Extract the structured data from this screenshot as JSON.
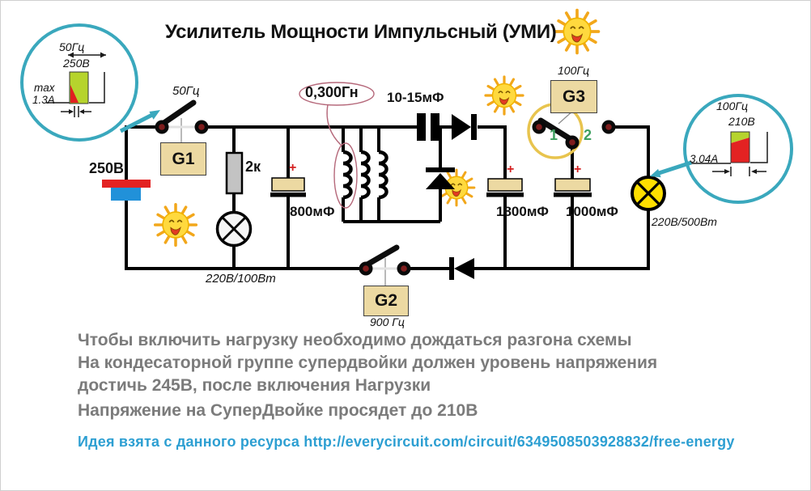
{
  "title": "Усилитель Мощности Импульсный (УМИ)",
  "probe_left": {
    "freq": "50Гц",
    "voltage": "250В",
    "max_label": "max",
    "current": "1.3A"
  },
  "probe_right": {
    "freq": "100Гц",
    "voltage": "210В",
    "current": "3.04A"
  },
  "generators": {
    "g1": {
      "label": "G1",
      "freq": "50Гц"
    },
    "g2": {
      "label": "G2",
      "freq": "900 Гц"
    },
    "g3": {
      "label": "G3",
      "freq": "100Гц",
      "pos1": "1",
      "pos2": "2"
    }
  },
  "components": {
    "battery_voltage": "250В",
    "resistor": "2к",
    "cap_800": "800мФ",
    "inductance": "0,300Гн",
    "cap_series": "10-15мФ",
    "cap_1800": "1800мФ",
    "cap_1000": "1000мФ",
    "lamp_small": "220В/100Вт",
    "lamp_big": "220В/500Вт",
    "plus": "+"
  },
  "notes": [
    "Чтобы включить нагрузку необходимо дождаться разгона схемы",
    "На кондесаторной группе супердвойки должен уровень напряжения",
    "достичь 245В, после включения Нагрузки",
    "Напряжение на СуперДвойке просядет до 210В"
  ],
  "source_link": "Идея взята с данного ресурса http://everycircuit.com/circuit/6349508503928832/free-energy",
  "icons": {
    "sun-icon": "smiling sun",
    "magnifier-icon": "inspection circle",
    "lamp-icon": "circle with X",
    "switch-icon": "open knife switch",
    "diode-icon": "triangle with bar",
    "capacitor-icon": "polarized capacitor"
  },
  "colors": {
    "accent_cyan": "#3aa8bd",
    "box_tan": "#ecd9a2",
    "bar_green": "#b6d42d",
    "battery_red": "#e32222",
    "battery_blue": "#2191d9",
    "lamp_yellow": "#ffdf00",
    "link_blue": "#2d9fd2",
    "note_gray": "#7b7b7b",
    "contact_green": "#3da05f",
    "highlight_yellow": "#e8c44e",
    "callout_pink": "#b5687a"
  }
}
